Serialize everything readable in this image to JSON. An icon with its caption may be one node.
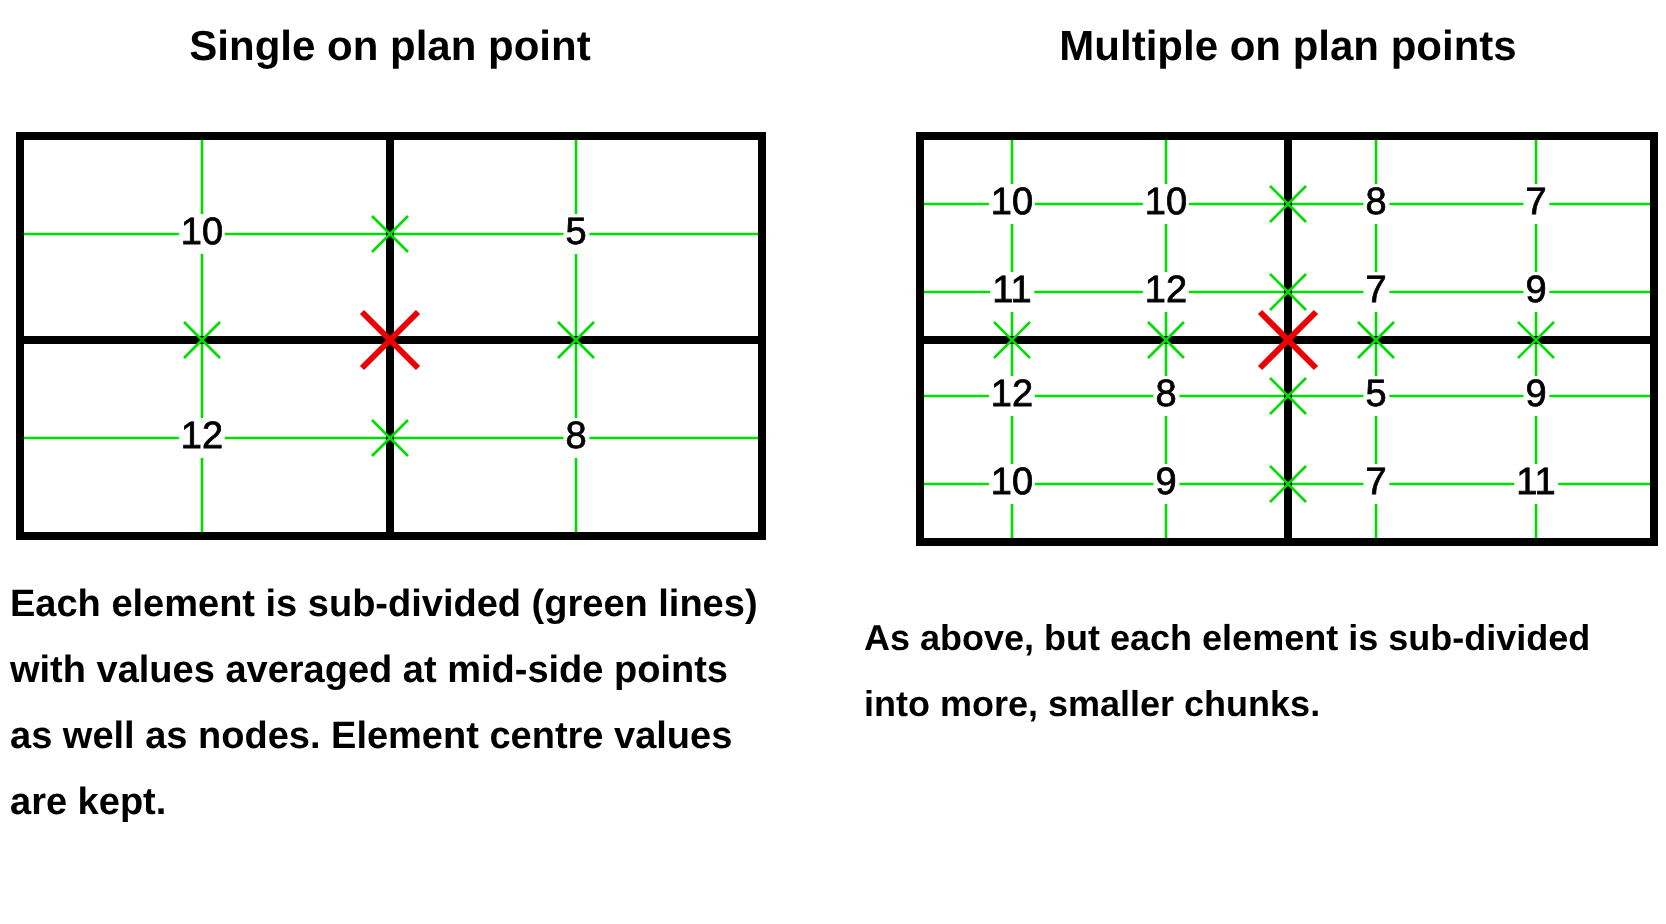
{
  "diagram": {
    "labels": [
      "Single on plan point",
      "Multiple on plan points",
      "10",
      "5",
      "12",
      "8",
      "10",
      "10",
      "8",
      "7",
      "11",
      "12",
      "7",
      "9",
      "12",
      "8",
      "5",
      "9",
      "10",
      "9",
      "7",
      "11",
      "Each element is sub-divided (green lines) with values averaged at mid-side points as well as nodes. Element centre values are kept.",
      "As above, but each element is sub-divided into more, smaller chunks."
    ]
  }
}
